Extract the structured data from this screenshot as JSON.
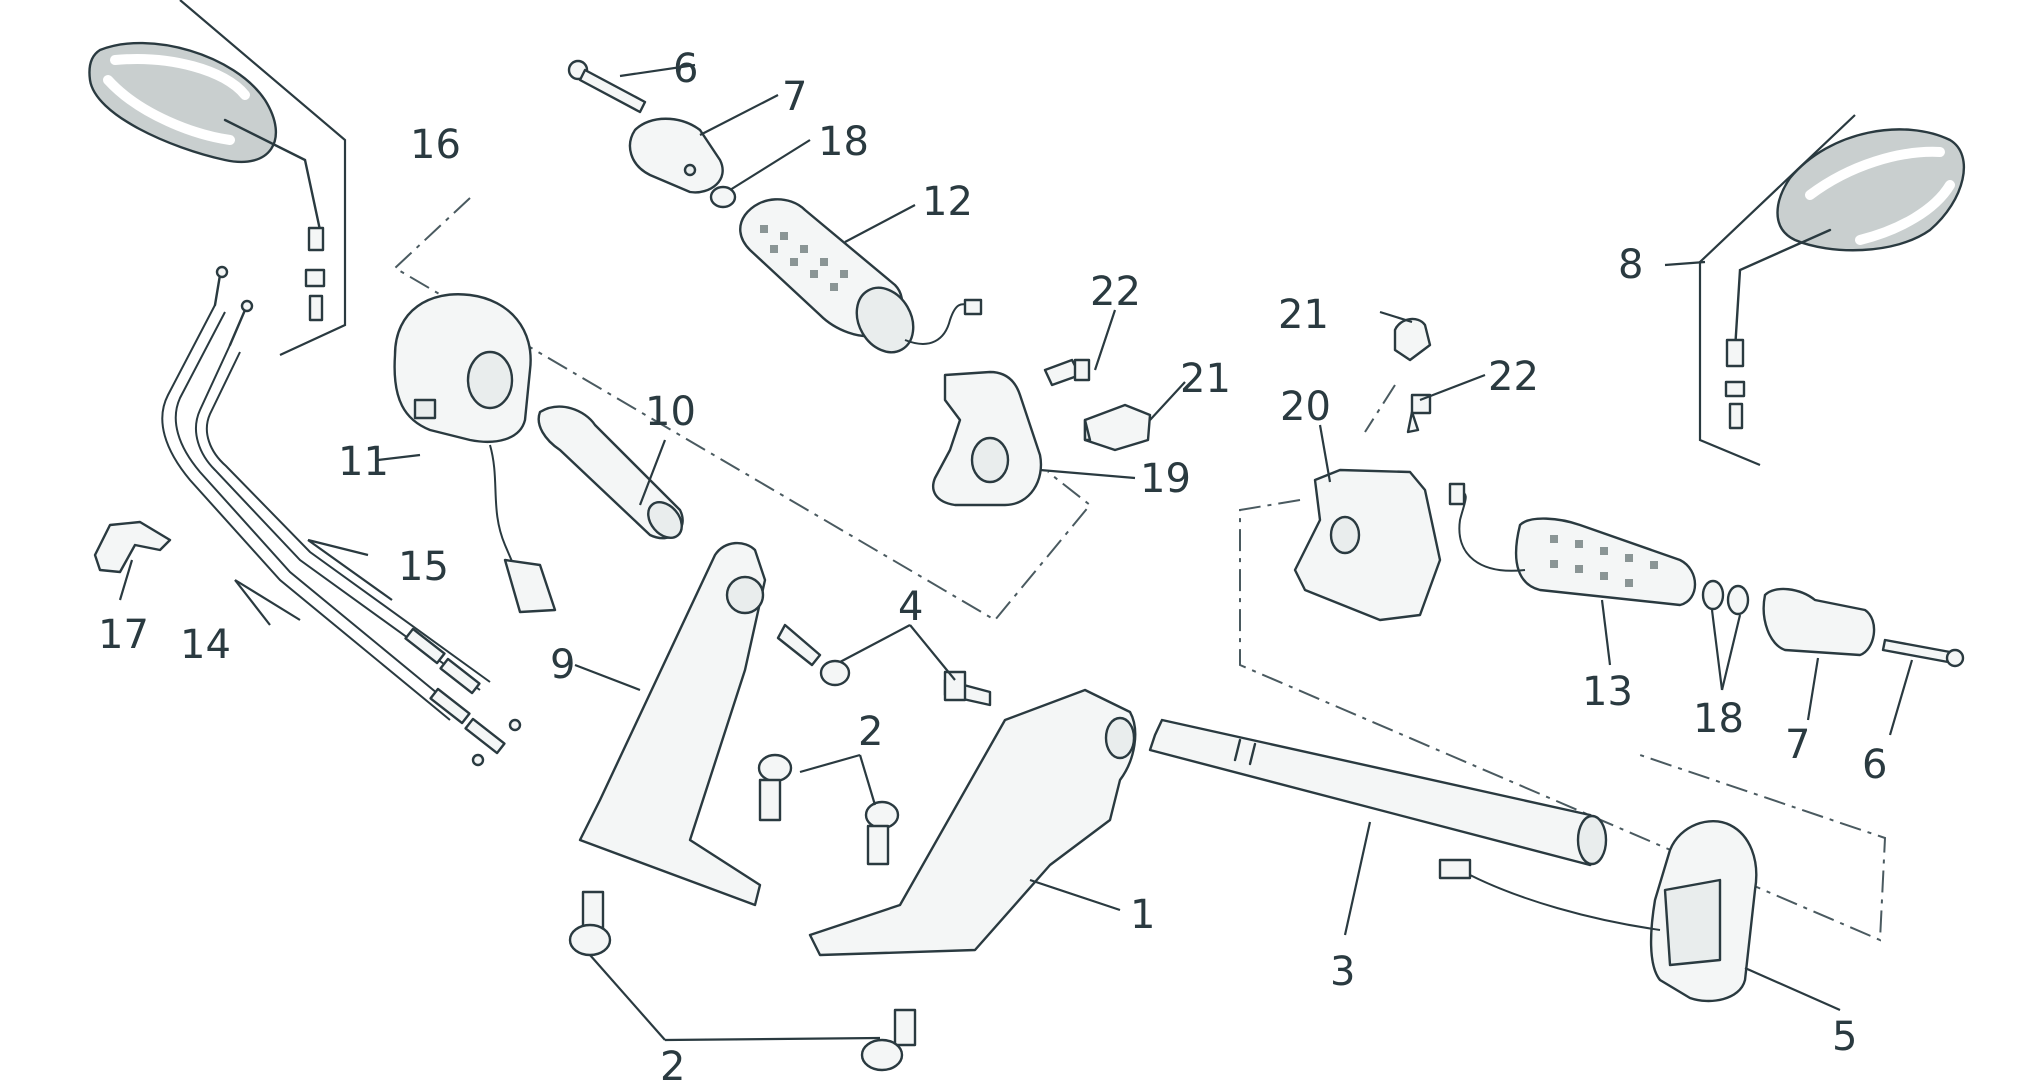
{
  "diagram": {
    "callouts": [
      {
        "id": "c16",
        "text": "16"
      },
      {
        "id": "c6a",
        "text": "6"
      },
      {
        "id": "c7a",
        "text": "7"
      },
      {
        "id": "c18a",
        "text": "18"
      },
      {
        "id": "c12",
        "text": "12"
      },
      {
        "id": "c22a",
        "text": "22"
      },
      {
        "id": "c21a",
        "text": "21"
      },
      {
        "id": "c19",
        "text": "19"
      },
      {
        "id": "c10",
        "text": "10"
      },
      {
        "id": "c11",
        "text": "11"
      },
      {
        "id": "c15",
        "text": "15"
      },
      {
        "id": "c14",
        "text": "14"
      },
      {
        "id": "c17",
        "text": "17"
      },
      {
        "id": "c9",
        "text": "9"
      },
      {
        "id": "c4",
        "text": "4"
      },
      {
        "id": "c2a",
        "text": "2"
      },
      {
        "id": "c2b",
        "text": "2"
      },
      {
        "id": "c1",
        "text": "1"
      },
      {
        "id": "c3",
        "text": "3"
      },
      {
        "id": "c5",
        "text": "5"
      },
      {
        "id": "c8",
        "text": "8"
      },
      {
        "id": "c21b",
        "text": "21"
      },
      {
        "id": "c22b",
        "text": "22"
      },
      {
        "id": "c20",
        "text": "20"
      },
      {
        "id": "c13",
        "text": "13"
      },
      {
        "id": "c18b",
        "text": "18"
      },
      {
        "id": "c7b",
        "text": "7"
      },
      {
        "id": "c6b",
        "text": "6"
      }
    ]
  }
}
